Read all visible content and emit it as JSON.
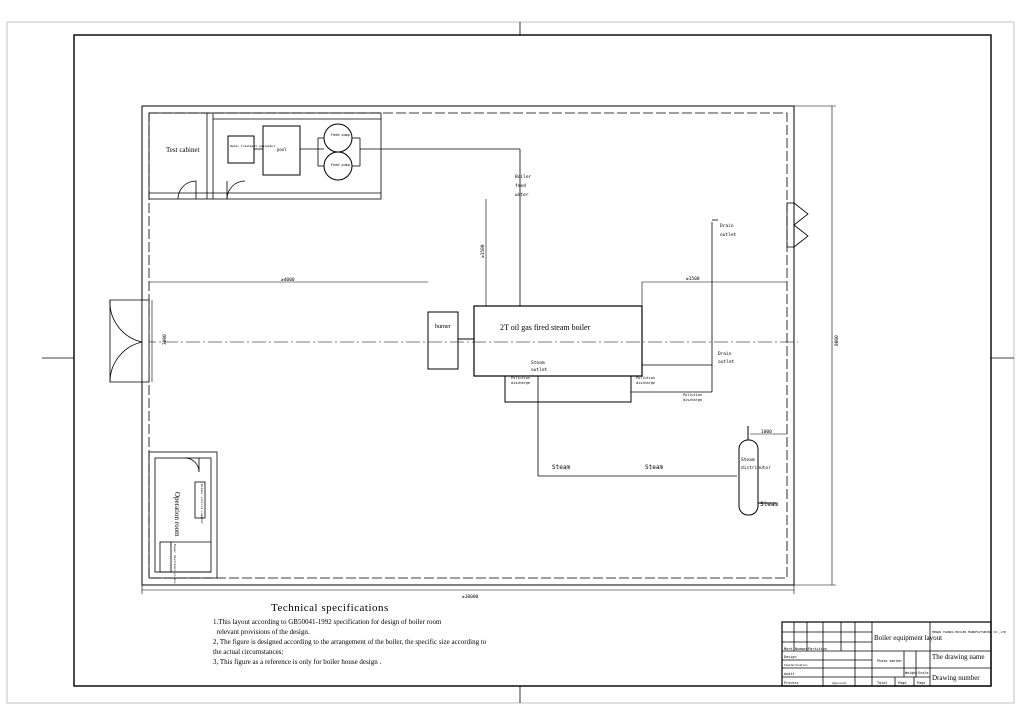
{
  "drawing": {
    "boiler_label": "2T oil gas fired steam boiler",
    "burner_label": "burner",
    "test_cabinet": "Test cabinet",
    "water_treatment": "Water treatment equipment",
    "pool": "pool",
    "feed_pump_1": "Feed pump",
    "feed_pump_2": "Feed pump",
    "boiler_feed_water": [
      "Boiler",
      "feed",
      "water"
    ],
    "drain_outlet_1": [
      "Drain",
      "outlet"
    ],
    "drain_outlet_2": [
      "Drain",
      "outlet"
    ],
    "steam_outlet": [
      "Steam",
      "outlet"
    ],
    "pollution_1": [
      "Pollution",
      "discharge"
    ],
    "pollution_2": [
      "Pollution",
      "discharge"
    ],
    "pollution_3": [
      "Pollution",
      "discharge"
    ],
    "steam_1": "Steam",
    "steam_2": "Steam",
    "steam_3": "Steam",
    "steam_distributor": [
      "Steam",
      "distributor"
    ],
    "operation_room": "Operation room",
    "control_cabinet": "Boiler control cabinet",
    "distribution_box": "Power distribution box",
    "dim_4000": "≥4000",
    "dim_1500_left": "≥1500",
    "dim_1500_right": "≥1500",
    "dim_1000": "1000",
    "dim_3000": "3000",
    "dim_8000": "8000",
    "dim_10000": "≥10000"
  },
  "specs": {
    "title": "Technical specifications",
    "lines": [
      "1.This layout according to GB50041-1992 specification for design of boiler room",
      "  relevant provisions of the design.",
      "2, The figure is designed according to the arrangement of the boiler, the specific size according to",
      "the actual circumstances;",
      "3, This figure as a reference is only for boiler house design ."
    ]
  },
  "title_block": {
    "drawing_title": "Boiler equipment layout",
    "company": "HENAN YUANDA BOILER MANUFACTURING CO.,LTD",
    "drawing_name": "The drawing name",
    "drawing_number": "Drawing number",
    "mark": "Mark",
    "number": "Number",
    "partition": "Partition",
    "design": "Design",
    "standard": "Standardization",
    "audit": "Audit",
    "process": "Process",
    "approval": "Approval",
    "phase_marker": "Phase marker",
    "weight": "Weight",
    "scale": "Scale",
    "total": "Total",
    "page1": "Page",
    "page2": "Page"
  }
}
